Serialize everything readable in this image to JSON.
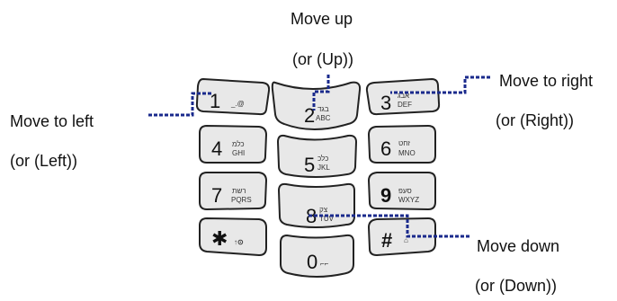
{
  "labels": {
    "up": "Move up",
    "up_alt": "(or (Up))",
    "right": "Move to right",
    "right_alt": "(or (Right))",
    "left": "Move to left",
    "left_alt": "(or (Left))",
    "down": "Move down",
    "down_alt": "(or (Down))"
  },
  "keys": {
    "k1": {
      "num": "1",
      "sub1": "",
      "sub2": "_.@"
    },
    "k2": {
      "num": "2",
      "sub1": "בגד",
      "sub2": "ABC"
    },
    "k3": {
      "num": "3",
      "sub1": "אבג",
      "sub2": "DEF"
    },
    "k4": {
      "num": "4",
      "sub1": "כלמ",
      "sub2": "GHI"
    },
    "k5": {
      "num": "5",
      "sub1": "כלכ",
      "sub2": "JKL"
    },
    "k6": {
      "num": "6",
      "sub1": "זחט",
      "sub2": "MNO"
    },
    "k7": {
      "num": "7",
      "sub1": "רשת",
      "sub2": "PQRS"
    },
    "k8": {
      "num": "8",
      "sub1": "צק",
      "sub2": "TUV"
    },
    "k9": {
      "num": "9",
      "sub1": "סעפ",
      "sub2": "WXYZ"
    },
    "kstar": {
      "num": "✱",
      "sub1": "",
      "sub2": "↑⊙"
    },
    "k0": {
      "num": "0",
      "sub1": "",
      "sub2": "⌐⌐"
    },
    "khash": {
      "num": "#",
      "sub1": "",
      "sub2": "⌂"
    }
  },
  "colors": {
    "leader": "#1a2a8c",
    "key_fill": "#e8e8e8",
    "key_stroke": "#222222"
  }
}
